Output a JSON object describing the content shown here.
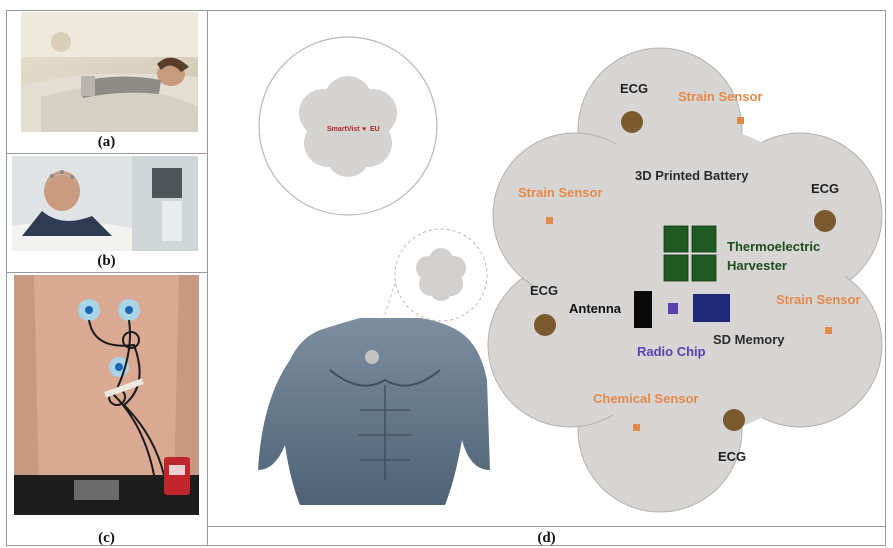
{
  "captions": {
    "a": "(a)",
    "b": "(b)",
    "c": "(c)",
    "d": "(d)"
  },
  "patch_logo": {
    "brand": "SmartVist",
    "suffix": "EU"
  },
  "diagram_labels": {
    "ecg_top": "ECG",
    "strain_top": "Strain Sensor",
    "battery": "3D Printed Battery",
    "strain_left": "Strain Sensor",
    "ecg_right": "ECG",
    "thermo_line1": "Thermoelectric",
    "thermo_line2": "Harvester",
    "ecg_left": "ECG",
    "antenna": "Antenna",
    "strain_right": "Strain Sensor",
    "sd_memory": "SD Memory",
    "radio_chip": "Radio Chip",
    "chemical": "Chemical Sensor",
    "ecg_bottom": "ECG"
  },
  "colors": {
    "orange_label": "#e3894a",
    "green_label": "#1f4d1f",
    "purple_label": "#5b3fb5",
    "ecg_dot": "#7a5a2e",
    "flower_fill": "#d7d5d3",
    "thermo_block": "#1f5a22",
    "sd_block": "#1e2a78",
    "radio_block": "#5b3fb5"
  }
}
